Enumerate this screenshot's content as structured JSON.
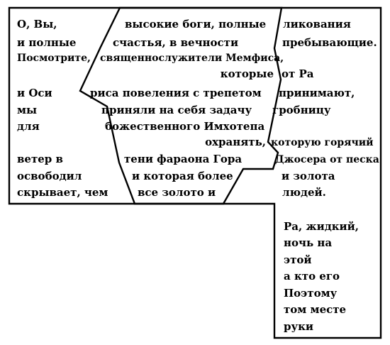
{
  "puzzle": {
    "left_piece": {
      "lines": [
        "О, Вы,",
        "и полные",
        "Посмотрите,",
        "и Оси",
        "мы",
        "для",
        "ветер в",
        "освободил",
        "скрывает, чем"
      ]
    },
    "middle_piece": {
      "lines": [
        "высокие боги, полные",
        "счастья, в вечности",
        "священнослужители Мемфиса,",
        "которые",
        "риса повеления с трепетом",
        "приняли на себя задачу",
        "божественного Имхотепа",
        "охранять,",
        "тени фараона Гора",
        "и которая более",
        "все золото и"
      ]
    },
    "right_piece": {
      "lines": [
        "ликования",
        "пребывающие.",
        "от Ра",
        "принимают,",
        "гробницу",
        "которую горячий",
        "Джосера от песка",
        "и золота",
        "людей."
      ]
    },
    "bottom_piece": {
      "lines": [
        "Ра, жидкий,",
        "ночь на",
        "этой",
        "а кто его",
        "Поэтому",
        "том месте",
        "руки"
      ]
    }
  }
}
